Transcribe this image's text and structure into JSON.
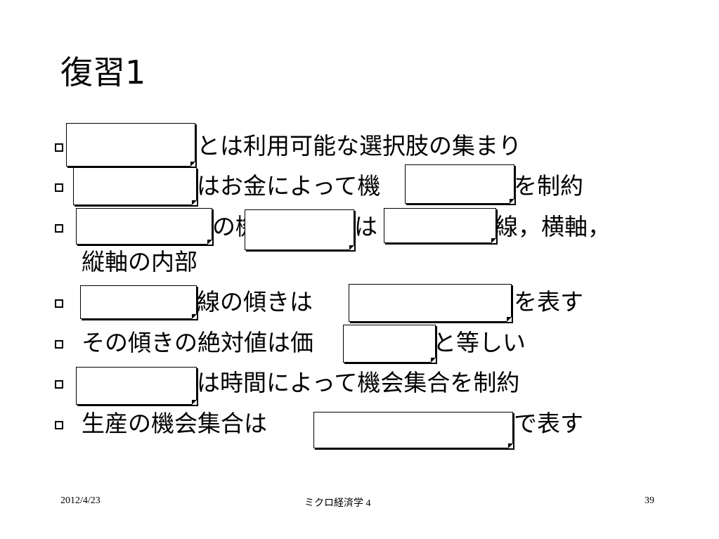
{
  "slide": {
    "title": "復習1",
    "lines": [
      "とは利用可能な選択肢の集まり",
      "はお金によって機",
      "を制約",
      "の機",
      "は",
      "線，横軸，",
      "縦軸の内部",
      "線の傾きは",
      "を表す",
      "その傾きの絶対値は価",
      "と等しい",
      "は時間によって機会集合を制約",
      "生産の機会集合は",
      "で表す"
    ]
  },
  "footer": {
    "date": "2012/4/23",
    "course": "ミクロ経済学 4",
    "page": "39"
  }
}
